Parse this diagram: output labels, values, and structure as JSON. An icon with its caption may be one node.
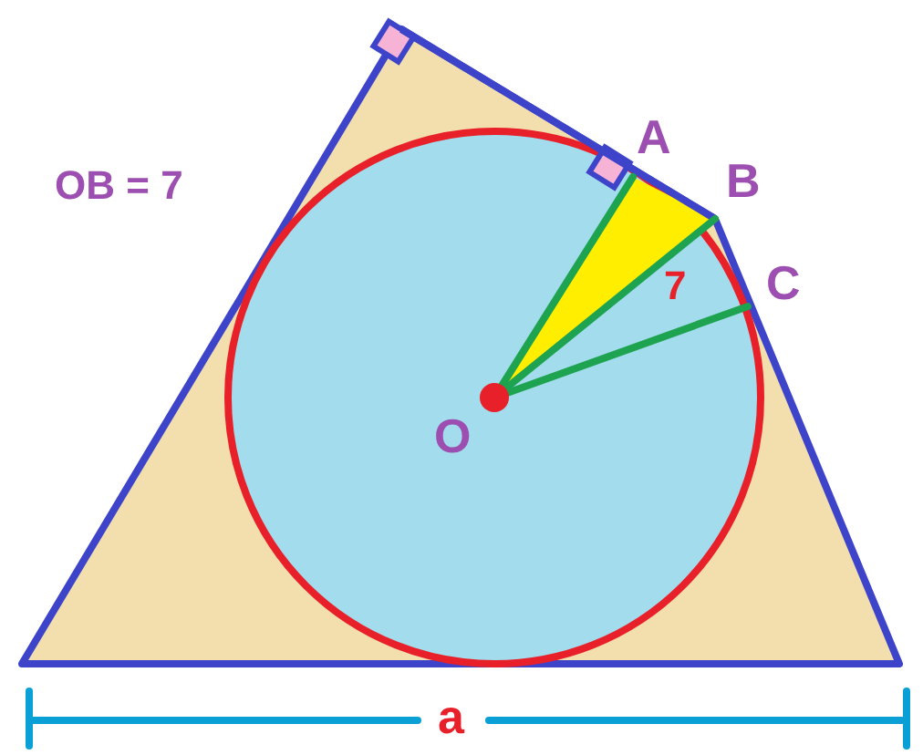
{
  "diagram": {
    "labels": [
      "OB = 7",
      "A",
      "B",
      "7",
      "C",
      "O",
      "a"
    ]
  }
}
